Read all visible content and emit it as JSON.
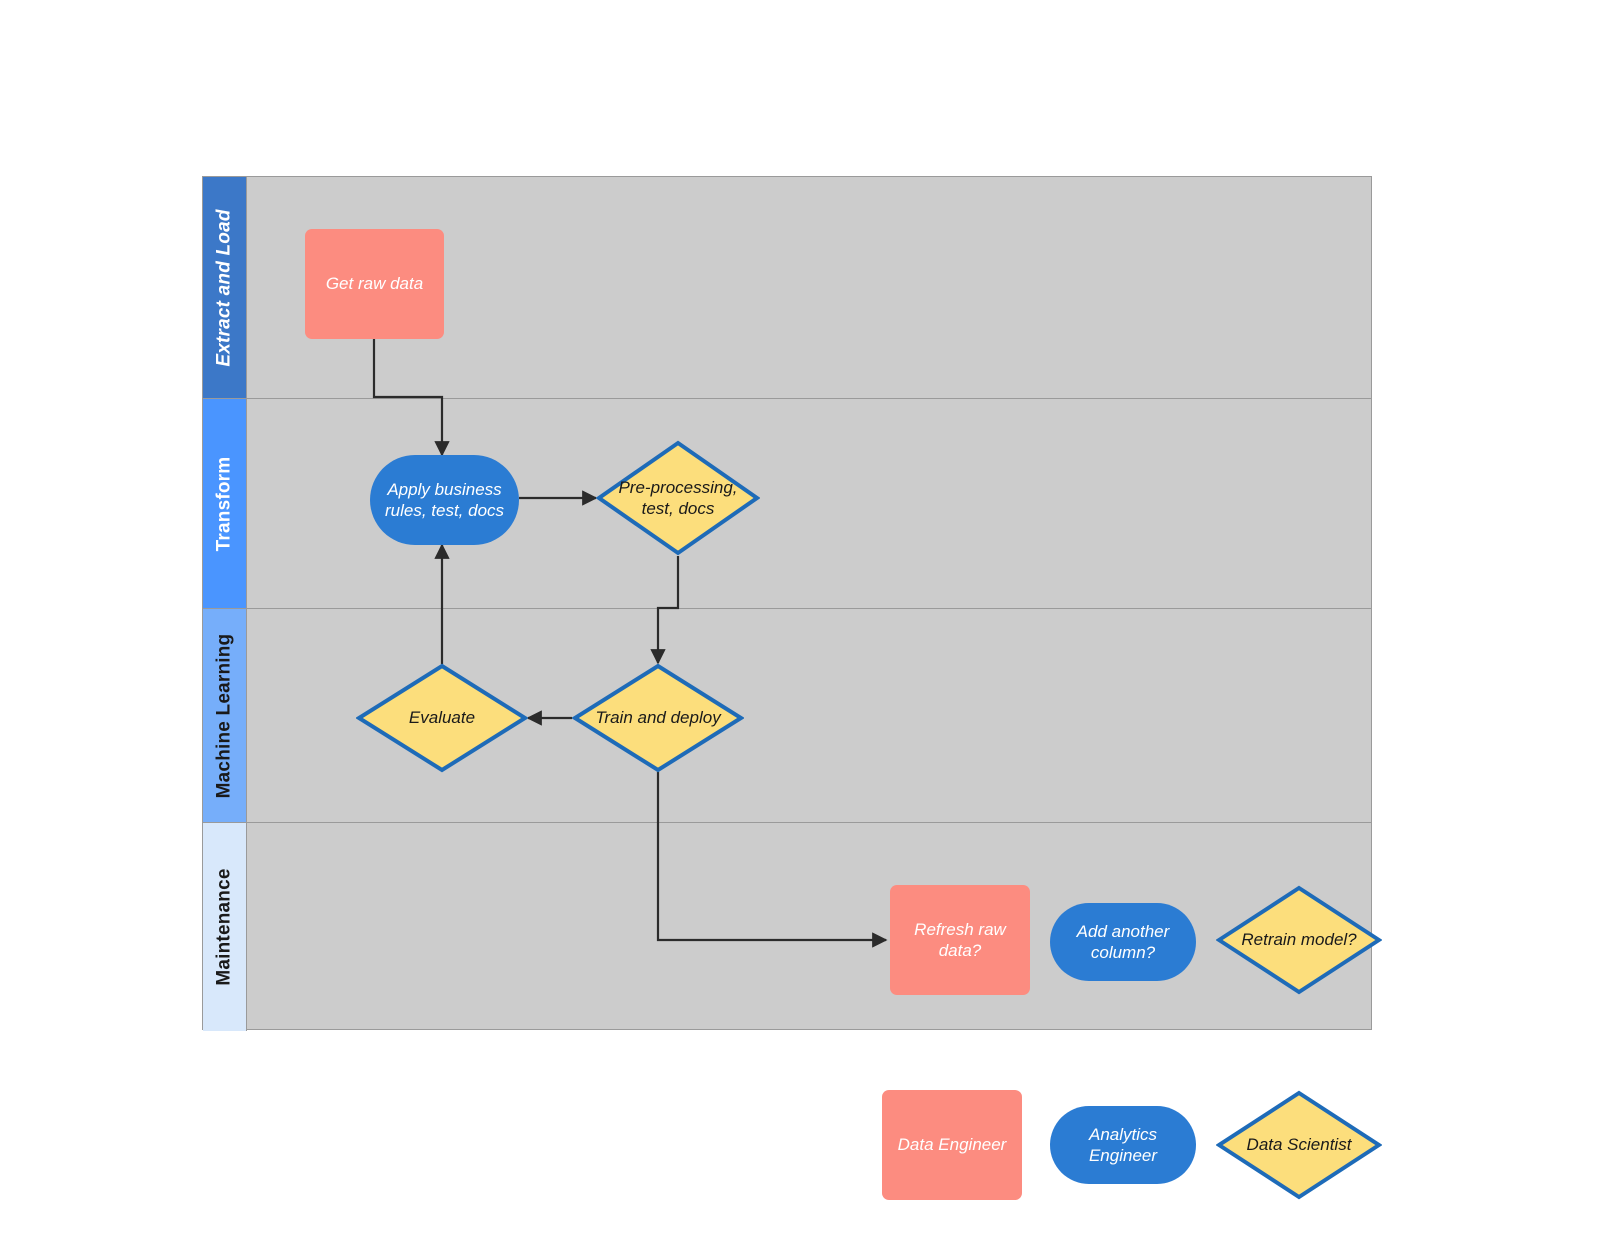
{
  "diagram": {
    "type": "swimlane-flowchart",
    "title_visible": false,
    "background": "#ffffff",
    "pool_background": "#cccccc"
  },
  "colors": {
    "salmon_fill": "#FC8C80",
    "blue_fill": "#2B7CD3",
    "yellow_fill": "#FCDE7C",
    "yellow_stroke": "#1E6BB8",
    "lane_header_1": "#3C78C8",
    "lane_header_2": "#4A95FF",
    "lane_header_3": "#76AEFA",
    "lane_header_4": "#D8E8FB",
    "connector_stroke": "#2b2b2b",
    "pool_border": "#9a9a9a"
  },
  "lanes": [
    {
      "id": "extract-and-load",
      "label": "Extract and Load"
    },
    {
      "id": "transform",
      "label": "Transform"
    },
    {
      "id": "machine-learning",
      "label": "Machine Learning"
    },
    {
      "id": "maintenance",
      "label": "Maintenance"
    }
  ],
  "nodes": [
    {
      "id": "get-raw-data",
      "label": "Get raw data",
      "shape": "rect",
      "lane": "extract-and-load"
    },
    {
      "id": "apply-business-rules",
      "label": "Apply business rules, test, docs",
      "shape": "pill",
      "lane": "transform"
    },
    {
      "id": "pre-processing",
      "label": "Pre-processing, test, docs",
      "shape": "diamond",
      "lane": "transform"
    },
    {
      "id": "evaluate",
      "label": "Evaluate",
      "shape": "diamond",
      "lane": "machine-learning"
    },
    {
      "id": "train-and-deploy",
      "label": "Train and deploy",
      "shape": "diamond",
      "lane": "machine-learning"
    },
    {
      "id": "refresh-raw-data",
      "label": "Refresh raw data?",
      "shape": "rect",
      "lane": "maintenance"
    },
    {
      "id": "add-another-column",
      "label": "Add another column?",
      "shape": "pill",
      "lane": "maintenance"
    },
    {
      "id": "retrain-model",
      "label": "Retrain model?",
      "shape": "diamond",
      "lane": "maintenance"
    }
  ],
  "edges": [
    {
      "from": "get-raw-data",
      "to": "apply-business-rules"
    },
    {
      "from": "apply-business-rules",
      "to": "pre-processing"
    },
    {
      "from": "pre-processing",
      "to": "train-and-deploy"
    },
    {
      "from": "train-and-deploy",
      "to": "evaluate"
    },
    {
      "from": "evaluate",
      "to": "apply-business-rules"
    },
    {
      "from": "train-and-deploy",
      "to": "refresh-raw-data"
    }
  ],
  "legend": {
    "items": [
      {
        "id": "data-engineer",
        "label": "Data Engineer",
        "shape": "rect"
      },
      {
        "id": "analytics-engineer",
        "label": "Analytics Engineer",
        "shape": "pill"
      },
      {
        "id": "data-scientist",
        "label": "Data Scientist",
        "shape": "diamond"
      }
    ]
  }
}
